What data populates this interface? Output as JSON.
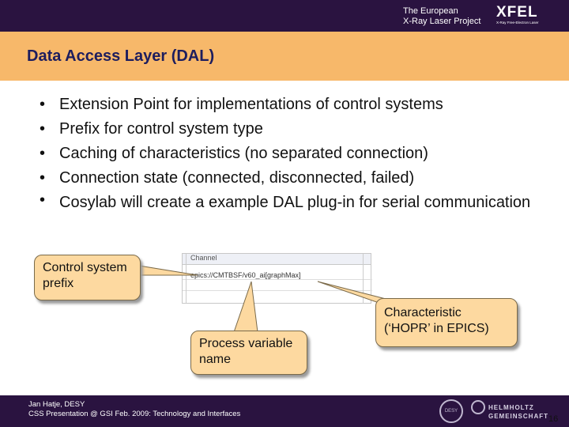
{
  "header": {
    "org_line1": "The European",
    "org_line2": "X-Ray Laser Project",
    "logo_text": "XFEL",
    "logo_subtext": "X-Ray Free-Electron Laser"
  },
  "slide": {
    "title": "Data Access Layer (DAL)",
    "bullet_symbol": "•",
    "bullets": [
      "Extension Point for implementations of control systems",
      "Prefix for control system type",
      "Caching of characteristics (no separated connection)",
      "Connection state (connected, disconnected, failed)",
      "Cosylab will create a example DAL plug-in for serial communication"
    ]
  },
  "screenshot": {
    "column_header": "Channel",
    "cell_value": "epics://CMTBSF/v60_ai[graphMax]"
  },
  "callouts": {
    "prefix": "Control system prefix",
    "characteristic": "Characteristic (‘HOPR’ in EPICS)",
    "process_variable": "Process variable name"
  },
  "footer": {
    "author": "Jan Hatje, DESY",
    "event": "CSS Presentation @ GSI Feb. 2009: Technology and Interfaces",
    "desy_label": "DESY",
    "helmholtz_line1": "HELMHOLTZ",
    "helmholtz_line2": "GEMEINSCHAFT",
    "page_number": "16"
  },
  "colors": {
    "bar_background": "#2a1340",
    "title_band": "#f7b86a",
    "title_text": "#1d1d5e",
    "callout_fill": "#fdd9a0"
  }
}
